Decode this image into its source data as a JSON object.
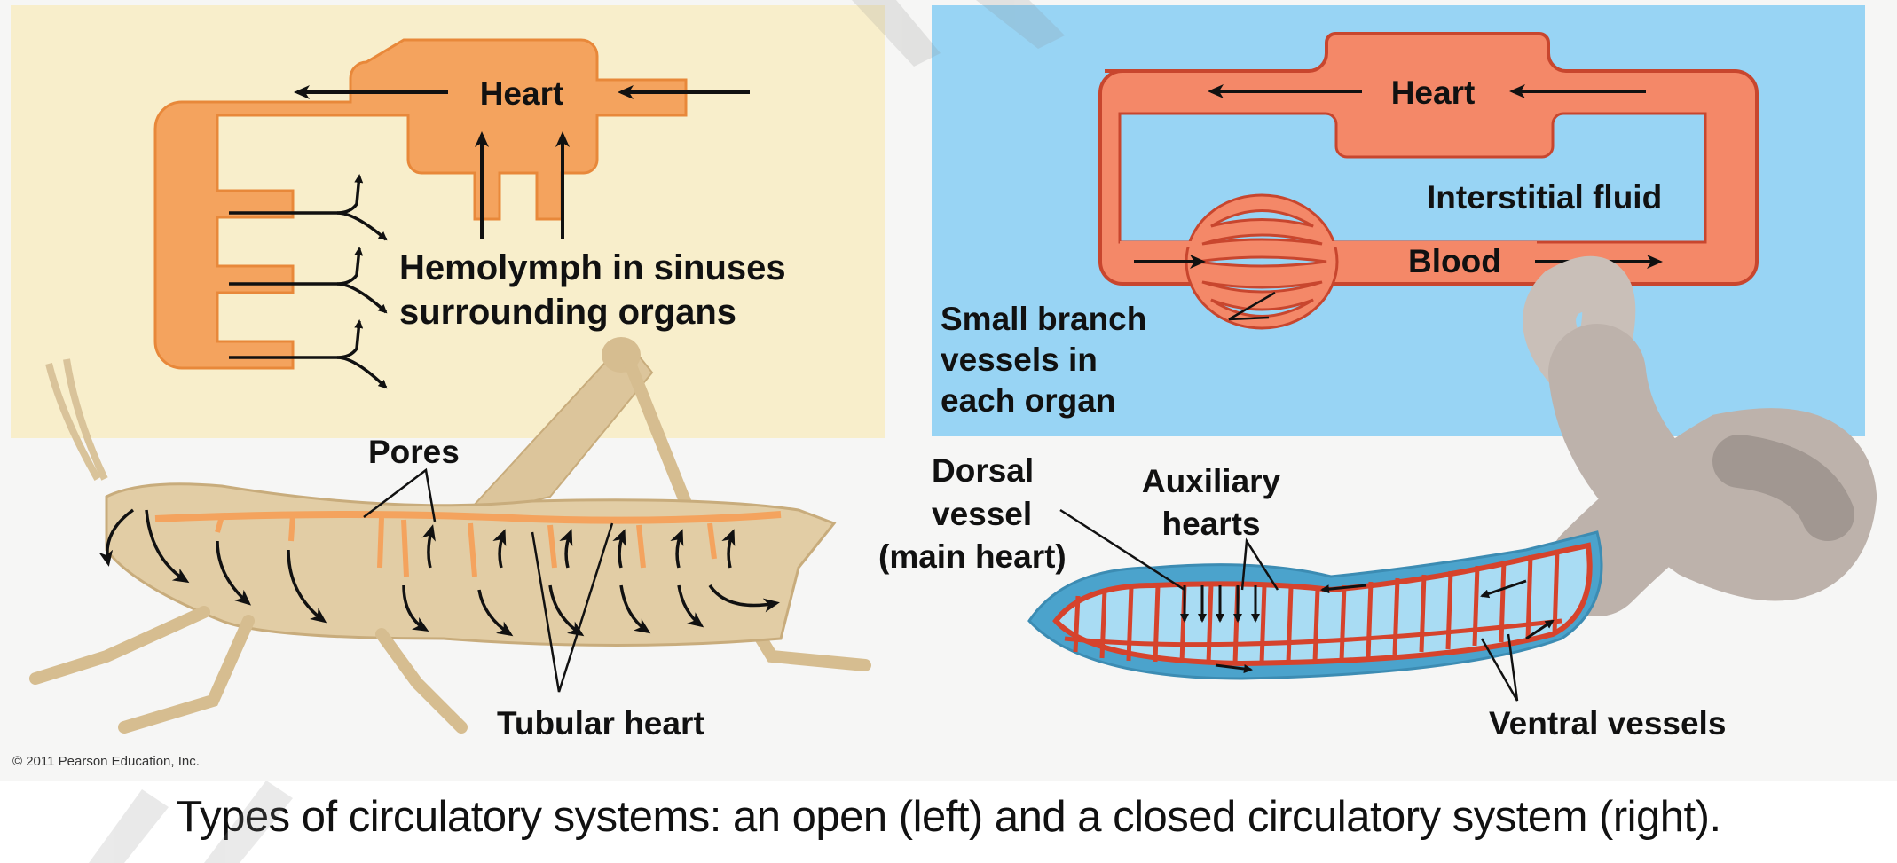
{
  "open_system": {
    "heart_label": "Heart",
    "hemolymph_label_line1": "Hemolymph in sinuses",
    "hemolymph_label_line2": "surrounding organs",
    "pores_label": "Pores",
    "tubular_heart_label": "Tubular heart",
    "vessel_color": "#f4a35e",
    "background_color": "#f8eecb"
  },
  "closed_system": {
    "heart_label": "Heart",
    "interstitial_label": "Interstitial fluid",
    "blood_label": "Blood",
    "small_branch_line1": "Small branch",
    "small_branch_line2": "vessels in",
    "small_branch_line3": "each organ",
    "dorsal_line1": "Dorsal",
    "dorsal_line2": "vessel",
    "dorsal_line3": "(main heart)",
    "auxiliary_line1": "Auxiliary",
    "auxiliary_line2": "hearts",
    "ventral_label": "Ventral vessels",
    "vessel_color": "#f48868",
    "background_color": "#98d4f4"
  },
  "copyright": "© 2011 Pearson Education, Inc.",
  "caption": "Types of circulatory systems: an open (left) and a closed circulatory system (right)."
}
